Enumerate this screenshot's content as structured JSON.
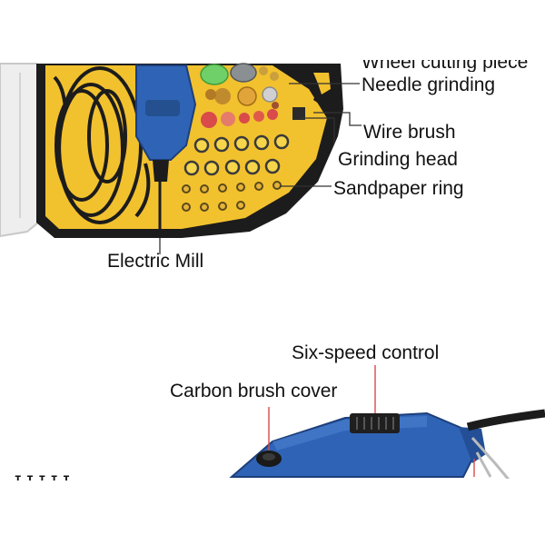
{
  "top_panel": {
    "labels": {
      "wheel_cutting": "Wheel cutting piece",
      "needle_grinding": "Needle grinding",
      "wire_brush": "Wire brush",
      "grinding_head": "Grinding head",
      "sandpaper_ring": "Sandpaper ring",
      "electric_mill": "Electric Mill"
    }
  },
  "bottom_panel": {
    "labels": {
      "six_speed": "Six-speed control",
      "carbon_brush": "Carbon brush cover",
      "partial_left": "ɪ  ɪ  ɪ  ɪ  ɪ"
    }
  },
  "colors": {
    "case_yellow": "#f2c12e",
    "tool_blue": "#2f63b6",
    "cable": "#1c1c1c",
    "accent_red": "#d94a4a",
    "accessory_green": "#6fd06a"
  }
}
